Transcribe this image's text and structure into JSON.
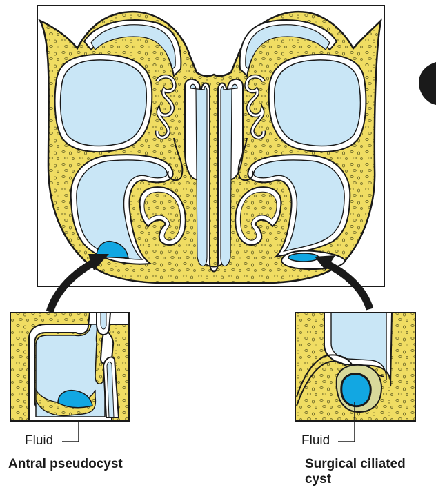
{
  "labels": {
    "fluid_left": "Fluid",
    "fluid_right": "Fluid",
    "caption_left": "Antral pseudocyst",
    "caption_right": "Surgical ciliated cyst"
  },
  "colors": {
    "bone": "#f0dd63",
    "mucosa": "#ffffff",
    "air_cavity": "#c9e6f6",
    "fluid": "#12a7e2",
    "cyst_lining": "#d8d99a",
    "outline": "#1a1a1a",
    "pore": "#6f6a2a"
  }
}
